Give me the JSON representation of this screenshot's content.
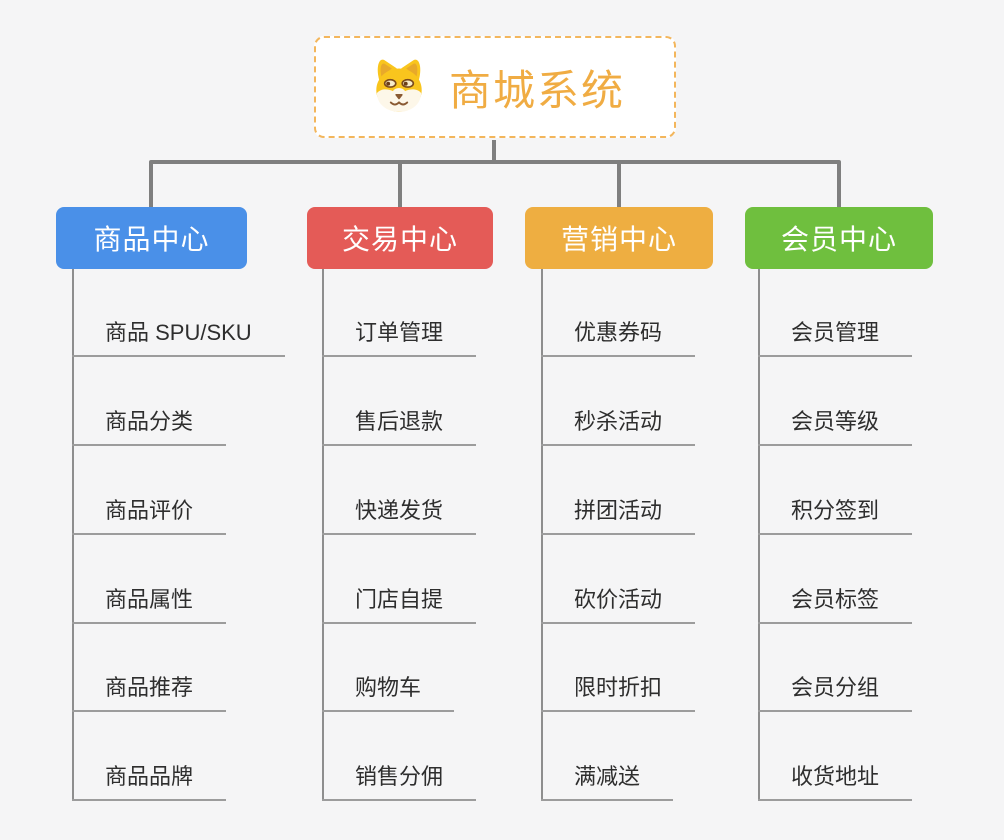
{
  "root": {
    "title": "商城系统",
    "icon": "shiba-dog-face"
  },
  "colors": {
    "background": "#f5f5f6",
    "root_border": "#f3b65c",
    "root_title": "#f0ac43",
    "connector": "#7f7f7f",
    "leaf_line": "#9c9c9c",
    "product": "#4a90e8",
    "trade": "#e45b57",
    "marketing": "#eeae41",
    "member": "#6fbf3e"
  },
  "branches": [
    {
      "label": "商品中心",
      "color": "#4a90e8",
      "items": [
        "商品 SPU/SKU",
        "商品分类",
        "商品评价",
        "商品属性",
        "商品推荐",
        "商品品牌"
      ]
    },
    {
      "label": "交易中心",
      "color": "#e45b57",
      "items": [
        "订单管理",
        "售后退款",
        "快递发货",
        "门店自提",
        "购物车",
        "销售分佣"
      ]
    },
    {
      "label": "营销中心",
      "color": "#eeae41",
      "items": [
        "优惠券码",
        "秒杀活动",
        "拼团活动",
        "砍价活动",
        "限时折扣",
        "满减送"
      ]
    },
    {
      "label": "会员中心",
      "color": "#6fbf3e",
      "items": [
        "会员管理",
        "会员等级",
        "积分签到",
        "会员标签",
        "会员分组",
        "收货地址"
      ]
    }
  ]
}
